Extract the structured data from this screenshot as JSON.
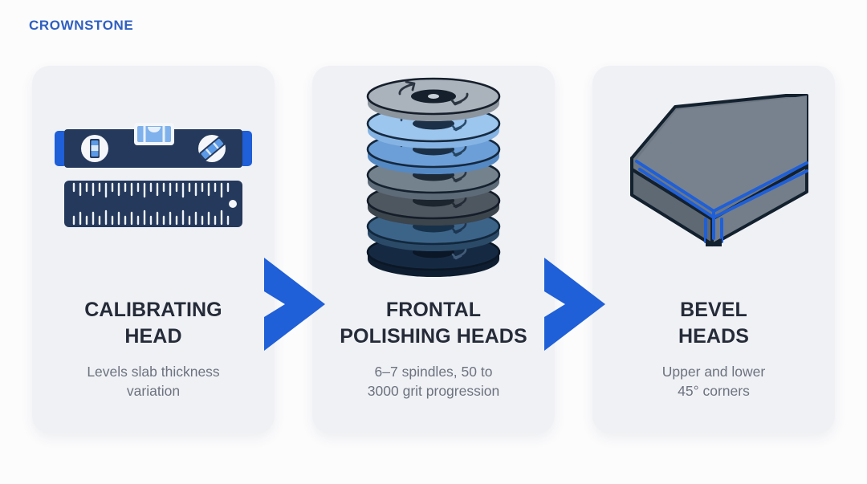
{
  "brand": {
    "name": "CROWNSTONE",
    "color": "#2f5fc0"
  },
  "theme": {
    "background": "#fcfcfd",
    "card_background": "#eff1f5",
    "accent_blue": "#1f5fd8",
    "title_color": "#252b38",
    "body_color": "#6d727e",
    "icon_navy": "#25395c"
  },
  "flow": {
    "arrows": [
      {
        "name": "chevron-arrow-1",
        "direction": "right",
        "color": "#1f5fd8"
      },
      {
        "name": "chevron-arrow-2",
        "direction": "right",
        "color": "#1f5fd8"
      }
    ],
    "steps": [
      {
        "id": "calibrating-head",
        "icon": "spirit-level-and-ruler-icon",
        "title": "CALIBRATING\nHEAD",
        "description": "Levels slab thickness\nvariation"
      },
      {
        "id": "frontal-polishing-heads",
        "icon": "polishing-disc-stack-icon",
        "title": "FRONTAL\nPOLISHING HEADS",
        "description": "6–7 spindles, 50 to\n3000 grit progression"
      },
      {
        "id": "bevel-heads",
        "icon": "beveled-slab-icon",
        "title": "BEVEL\nHEADS",
        "description": "Upper and lower\n45° corners"
      }
    ]
  }
}
